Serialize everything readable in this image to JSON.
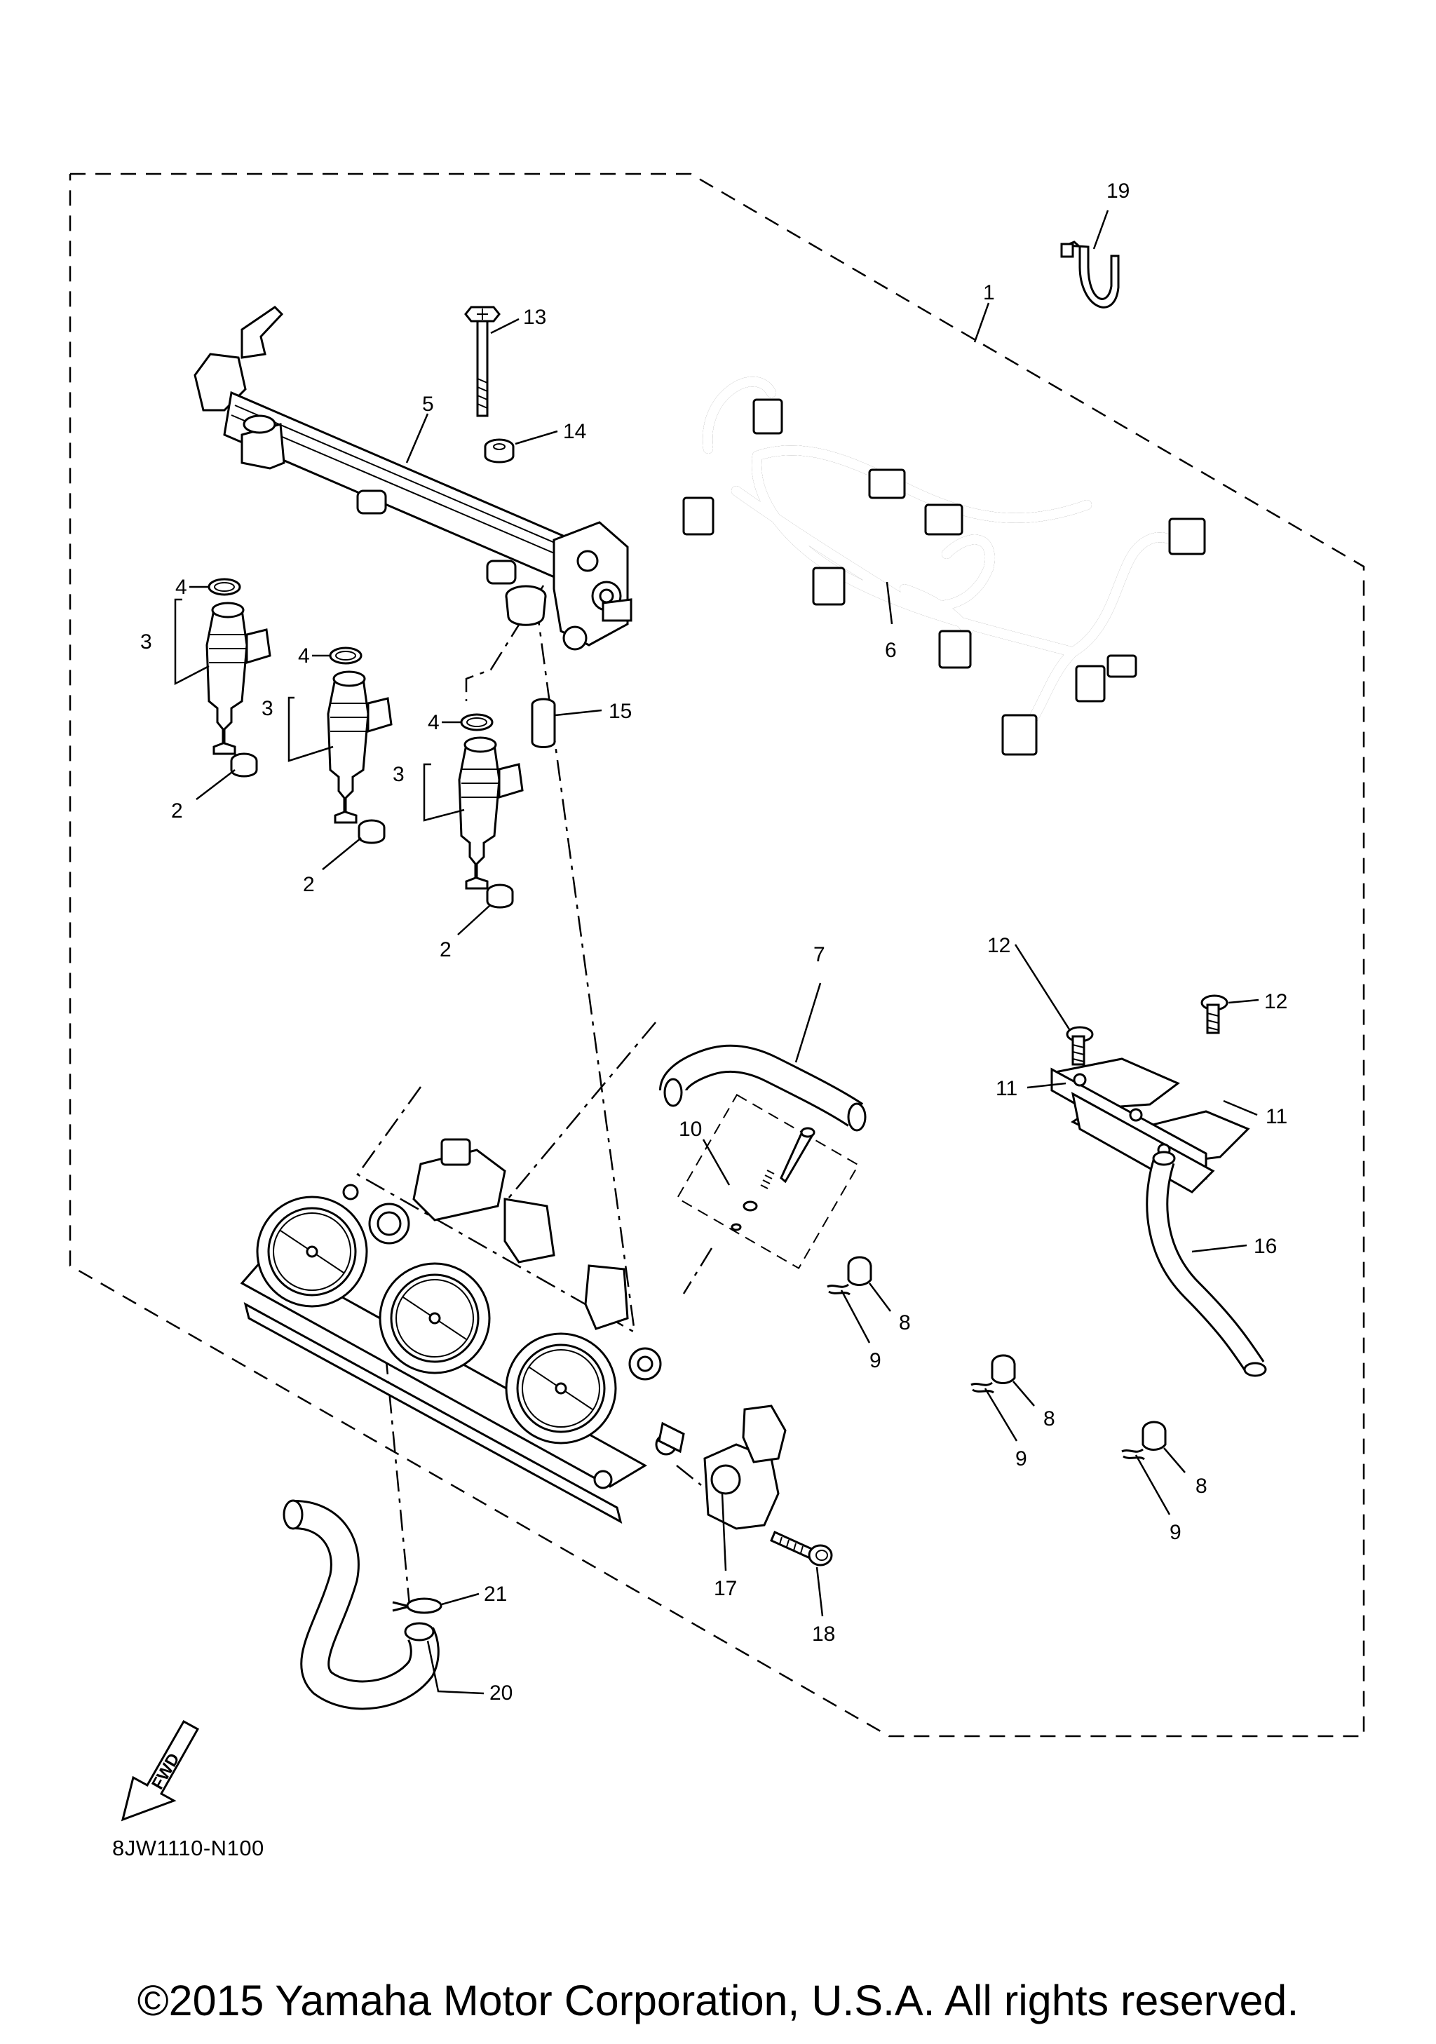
{
  "callouts": {
    "n1": "1",
    "n2a": "2",
    "n2b": "2",
    "n2c": "2",
    "n3a": "3",
    "n3b": "3",
    "n3c": "3",
    "n4a": "4",
    "n4b": "4",
    "n4c": "4",
    "n5": "5",
    "n6": "6",
    "n7": "7",
    "n8a": "8",
    "n8b": "8",
    "n8c": "8",
    "n9a": "9",
    "n9b": "9",
    "n9c": "9",
    "n10": "10",
    "n11a": "11",
    "n11b": "11",
    "n12a": "12",
    "n12b": "12",
    "n13": "13",
    "n14": "14",
    "n15": "15",
    "n16": "16",
    "n17": "17",
    "n18": "18",
    "n19": "19",
    "n20": "20",
    "n21": "21"
  },
  "fwd_label": "FWD",
  "diagram_code": "8JW1110-N100",
  "copyright": "©2015 Yamaha Motor Corporation, U.S.A. All rights reserved."
}
